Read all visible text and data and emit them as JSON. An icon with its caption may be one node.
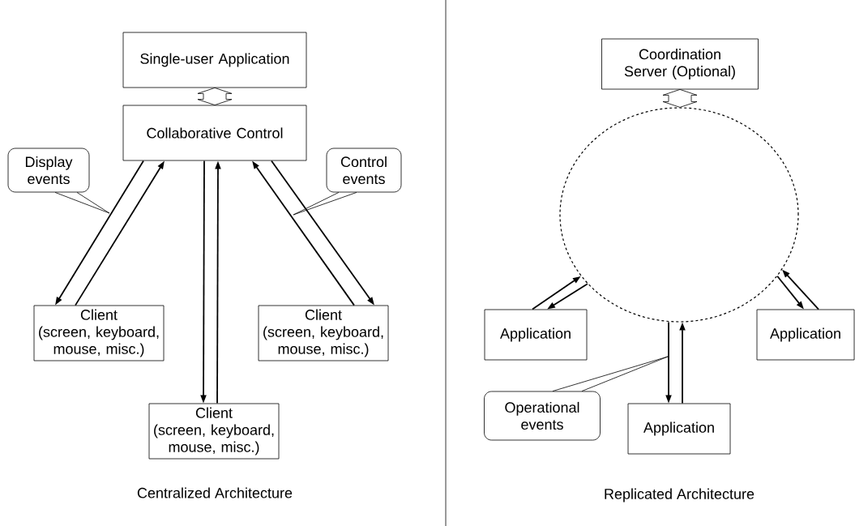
{
  "diagram": {
    "nodes": [
      {
        "text": [
          "Single-user Application"
        ]
      },
      {
        "text": [
          "Collaborative Control"
        ]
      },
      {
        "text": [
          "Display events"
        ]
      },
      {
        "text": [
          "Control events"
        ]
      },
      {
        "text": [
          "Client",
          "(screen, keyboard, mouse, misc.)"
        ]
      },
      {
        "text": [
          "Client",
          "(screen, keyboard, mouse, misc.)"
        ]
      },
      {
        "text": [
          "Client",
          "(screen, keyboard, mouse, misc.)"
        ]
      },
      {
        "text": [
          "Coordination Server (Optional)"
        ]
      },
      {
        "text": [],
        "shape": "circle"
      },
      {
        "text": [
          "Application"
        ]
      },
      {
        "text": [
          "Operational events"
        ]
      },
      {
        "text": [
          "Application"
        ]
      },
      {
        "text": [
          "Application"
        ]
      }
    ],
    "edges": [
      {
        "from": 0,
        "to": 1,
        "arrow": "both"
      },
      {
        "from": 1,
        "to": 4,
        "arrow": "to"
      },
      {
        "from": 4,
        "to": 1,
        "arrow": "to"
      },
      {
        "from": 1,
        "to": 6,
        "arrow": "to"
      },
      {
        "from": 6,
        "to": 1,
        "arrow": "to"
      },
      {
        "from": 5,
        "to": 1,
        "arrow": "to"
      },
      {
        "from": 1,
        "to": 5,
        "arrow": "to"
      },
      {
        "from": 2,
        "to": null,
        "arrow": "none"
      },
      {
        "from": 3,
        "to": null,
        "arrow": "none"
      },
      {
        "from": 7,
        "to": 8,
        "arrow": "both"
      },
      {
        "from": 9,
        "to": 8,
        "arrow": "to"
      },
      {
        "from": 8,
        "to": 9,
        "arrow": "to"
      },
      {
        "from": 8,
        "to": 11,
        "arrow": "to"
      },
      {
        "from": 11,
        "to": 8,
        "arrow": "to"
      },
      {
        "from": 8,
        "to": 12,
        "arrow": "to"
      },
      {
        "from": 12,
        "to": 8,
        "arrow": "to"
      },
      {
        "from": 10,
        "to": null,
        "arrow": "none"
      }
    ],
    "labels": [
      "Centralized Architecture",
      "Replicated Architecture"
    ]
  }
}
